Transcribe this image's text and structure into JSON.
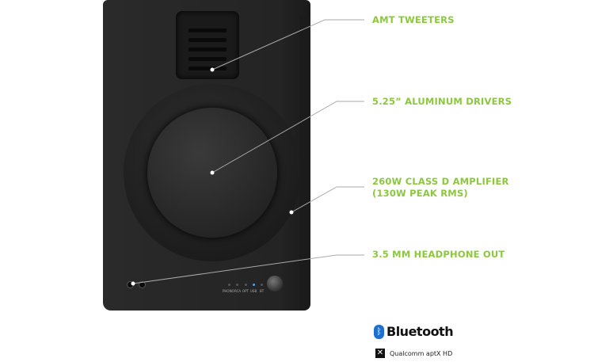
{
  "callouts": [
    {
      "label": "AMT TWEETERS"
    },
    {
      "label": "5.25” ALUMINUM DRIVERS"
    },
    {
      "label": "260W CLASS D AMPLIFIER",
      "label2": "(130W PEAK RMS)"
    },
    {
      "label": "3.5 MM HEADPHONE OUT"
    }
  ],
  "inputs": [
    "PHONO",
    "RCA",
    "OPT",
    "USB",
    "BT"
  ],
  "logos": {
    "bluetooth": "Bluetooth",
    "qualcomm": "Qualcomm aptX HD"
  },
  "colors": {
    "accent": "#8dc63f",
    "led_active": "#39a9ff"
  }
}
